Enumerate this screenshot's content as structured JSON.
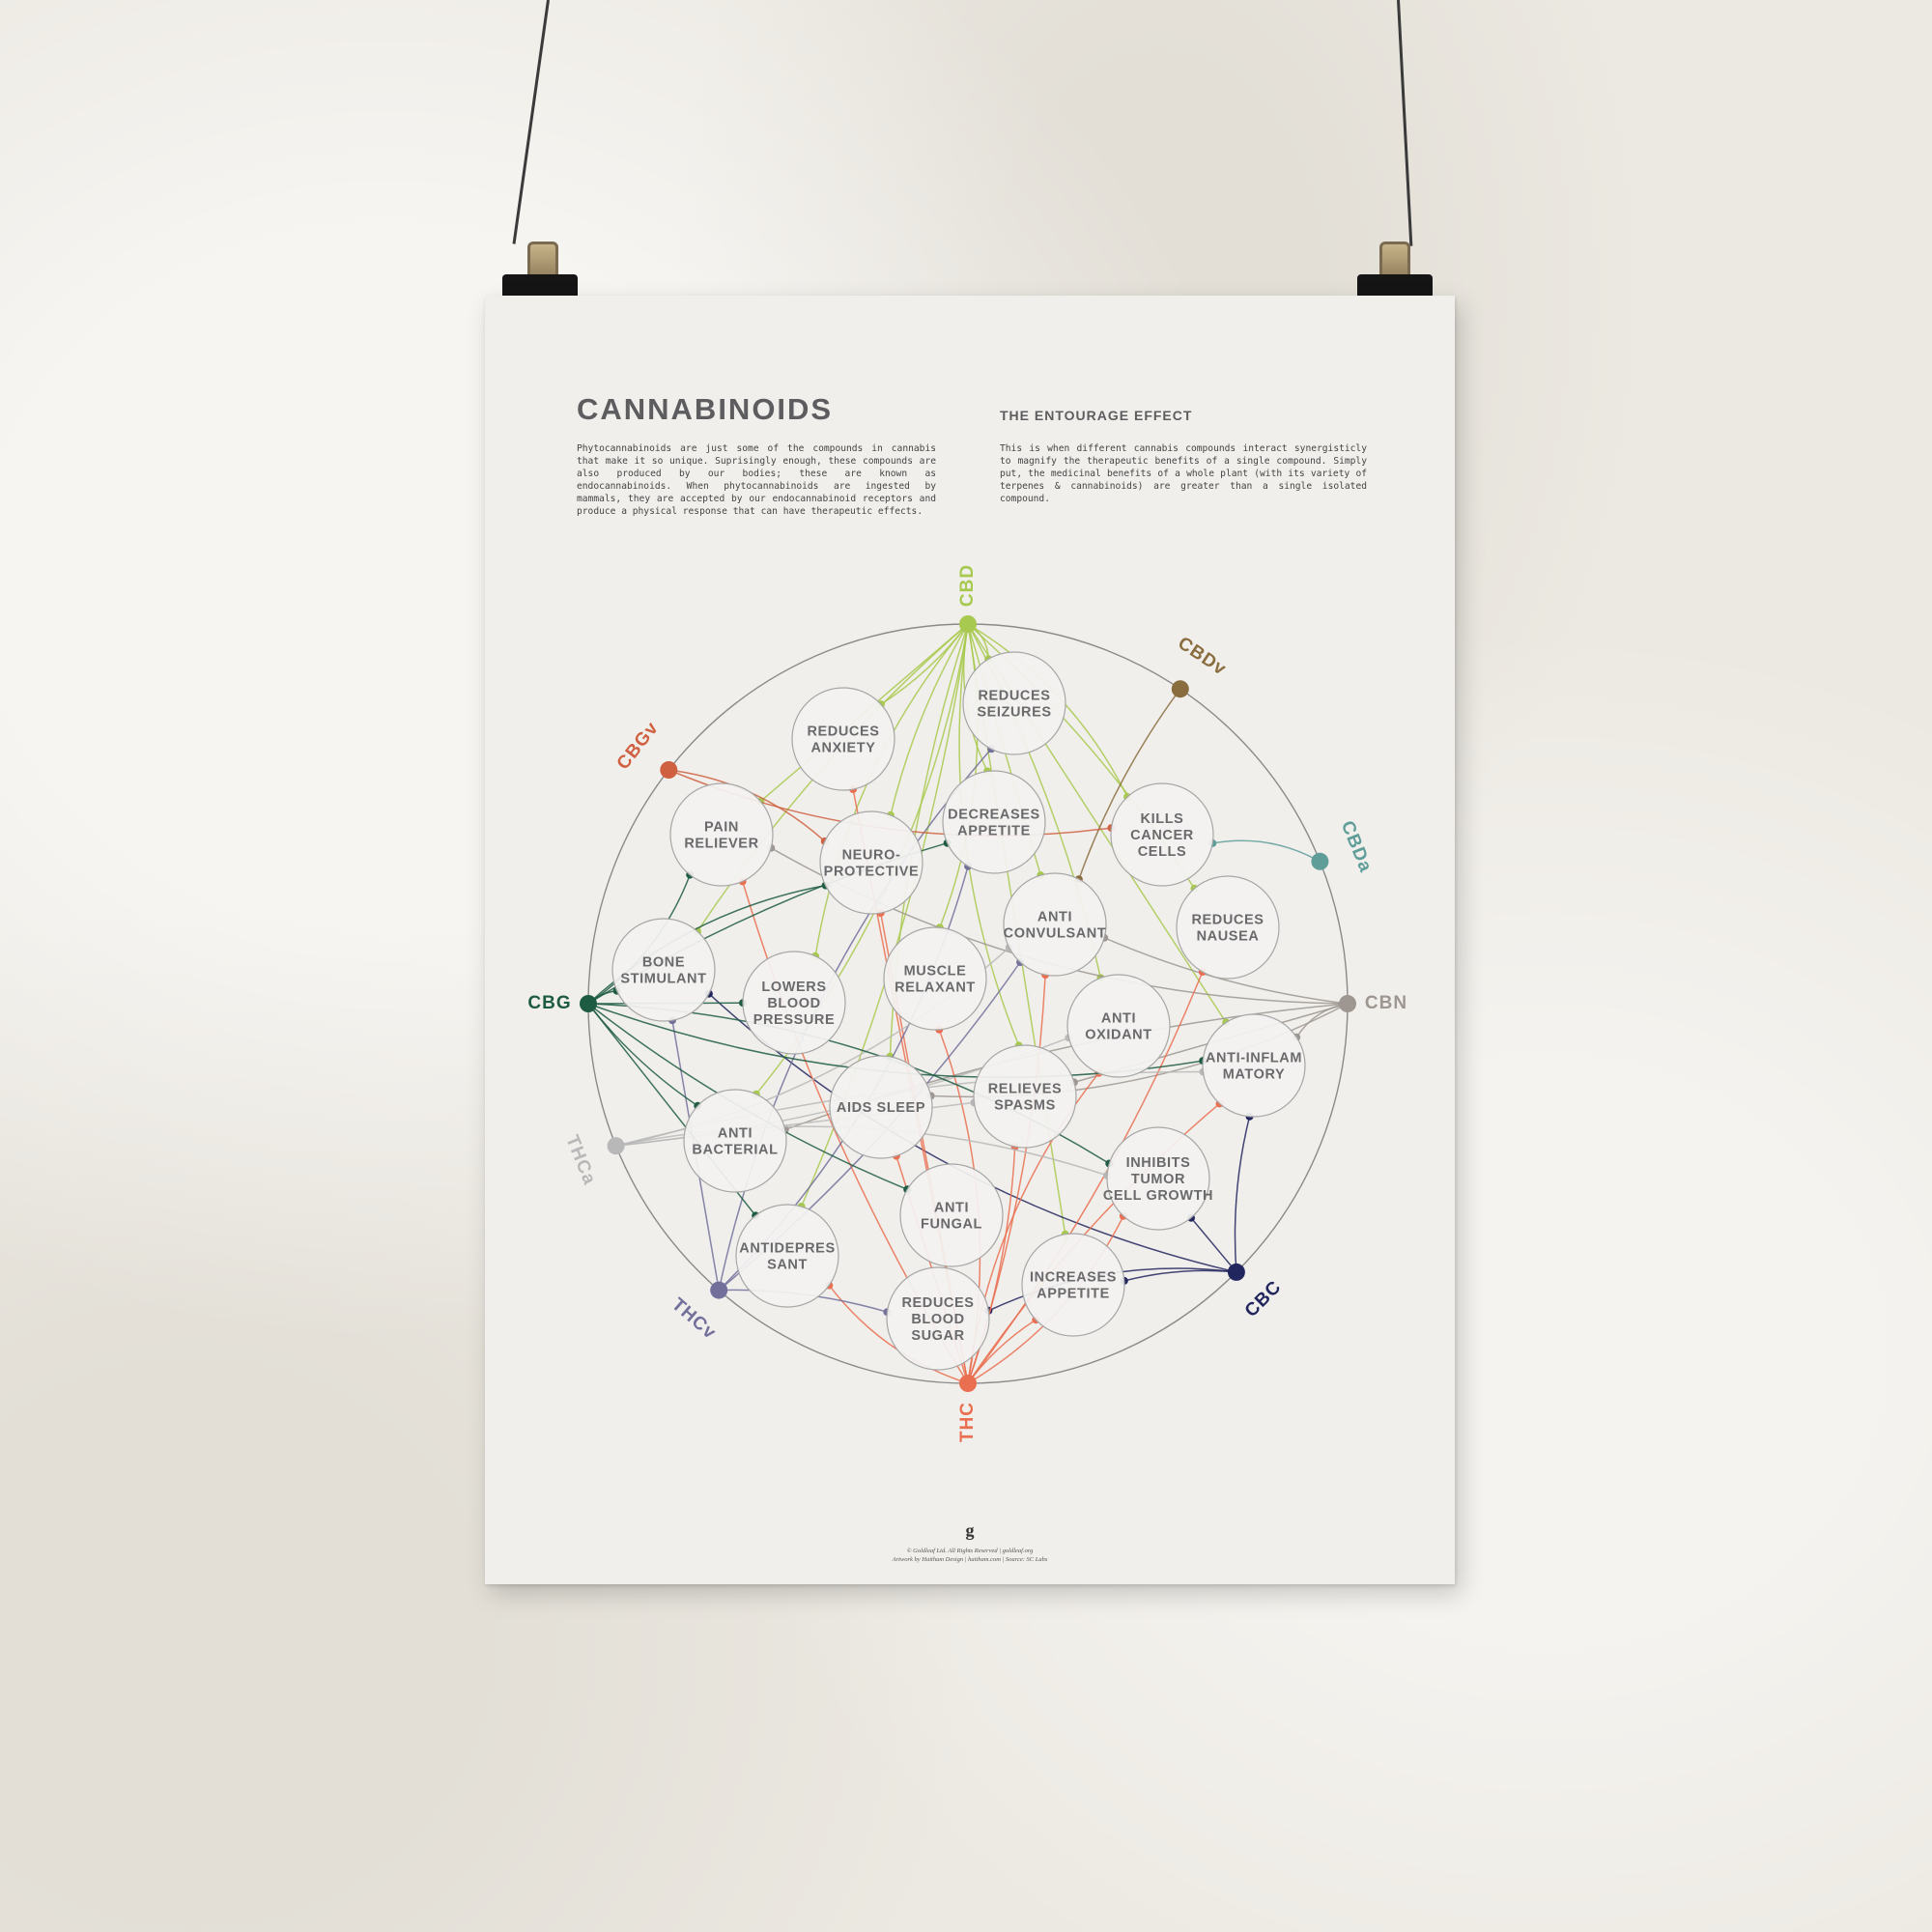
{
  "poster": {
    "title": "CANNABINOIDS",
    "subtitle": "THE ENTOURAGE EFFECT",
    "intro": "Phytocannabinoids are just some of the compounds in cannabis that make it so unique. Suprisingly enough, these compounds are also produced by our bodies; these are known as endocannabinoids. When phytocannabinoids are ingested by mammals, they are accepted by our endocannabinoid receptors and produce a physical response that can have therapeutic effects.",
    "entourage": "This is when different cannabis compounds interact synergisticly to magnify the therapeutic benefits of a single compound. Simply put, the medicinal benefits of a whole plant (with its variety of terpenes & cannabinoids) are greater than a single isolated compound.",
    "logo": "g",
    "footer_line1": "© Goldleaf Ltd. All Rights Reserved | goldleaf.org",
    "footer_line2": "Artwork by Haitham Design | haitham.com | Source: SC Labs"
  },
  "cannabinoids": [
    {
      "id": "CBD",
      "label": "CBD",
      "color": "#a8c94f"
    },
    {
      "id": "CBDv",
      "label": "CBDv",
      "color": "#8a6d3f"
    },
    {
      "id": "CBDa",
      "label": "CBDa",
      "color": "#5f9e98"
    },
    {
      "id": "CBN",
      "label": "CBN",
      "color": "#9e9690"
    },
    {
      "id": "CBC",
      "label": "CBC",
      "color": "#22265e"
    },
    {
      "id": "THC",
      "label": "THC",
      "color": "#ea6e50"
    },
    {
      "id": "THCv",
      "label": "THCv",
      "color": "#72709a"
    },
    {
      "id": "THCa",
      "label": "THCa",
      "color": "#b8b8b8"
    },
    {
      "id": "CBG",
      "label": "CBG",
      "color": "#1d5c43"
    },
    {
      "id": "CBGv",
      "label": "CBGv",
      "color": "#cf6040"
    }
  ],
  "effects": [
    {
      "id": "seizures",
      "lines": [
        "REDUCES",
        "SEIZURES"
      ]
    },
    {
      "id": "anxiety",
      "lines": [
        "REDUCES",
        "ANXIETY"
      ]
    },
    {
      "id": "pain",
      "lines": [
        "PAIN",
        "RELIEVER"
      ]
    },
    {
      "id": "neuro",
      "lines": [
        "NEURO-",
        "PROTECTIVE"
      ]
    },
    {
      "id": "appetite_dec",
      "lines": [
        "DECREASES",
        "APPETITE"
      ]
    },
    {
      "id": "cancer",
      "lines": [
        "KILLS",
        "CANCER",
        "CELLS"
      ]
    },
    {
      "id": "nausea",
      "lines": [
        "REDUCES",
        "NAUSEA"
      ]
    },
    {
      "id": "convulsant",
      "lines": [
        "ANTI",
        "CONVULSANT"
      ]
    },
    {
      "id": "bone",
      "lines": [
        "BONE",
        "STIMULANT"
      ]
    },
    {
      "id": "blood_pressure",
      "lines": [
        "LOWERS",
        "BLOOD",
        "PRESSURE"
      ]
    },
    {
      "id": "muscle",
      "lines": [
        "MUSCLE",
        "RELAXANT"
      ]
    },
    {
      "id": "oxidant",
      "lines": [
        "ANTI",
        "OXIDANT"
      ]
    },
    {
      "id": "inflam",
      "lines": [
        "ANTI-INFLAM",
        "MATORY"
      ]
    },
    {
      "id": "sleep",
      "lines": [
        "AIDS SLEEP"
      ]
    },
    {
      "id": "spasms",
      "lines": [
        "RELIEVES",
        "SPASMS"
      ]
    },
    {
      "id": "bacterial",
      "lines": [
        "ANTI",
        "BACTERIAL"
      ]
    },
    {
      "id": "tumor",
      "lines": [
        "INHIBITS",
        "TUMOR",
        "CELL GROWTH"
      ]
    },
    {
      "id": "fungal",
      "lines": [
        "ANTI",
        "FUNGAL"
      ]
    },
    {
      "id": "depres",
      "lines": [
        "ANTIDEPRES",
        "SANT"
      ]
    },
    {
      "id": "appetite_inc",
      "lines": [
        "INCREASES",
        "APPETITE"
      ]
    },
    {
      "id": "blood_sugar",
      "lines": [
        "REDUCES",
        "BLOOD",
        "SUGAR"
      ]
    }
  ],
  "links": [
    [
      "CBD",
      "seizures"
    ],
    [
      "CBD",
      "anxiety"
    ],
    [
      "CBD",
      "pain"
    ],
    [
      "CBD",
      "neuro"
    ],
    [
      "CBD",
      "appetite_dec"
    ],
    [
      "CBD",
      "cancer"
    ],
    [
      "CBD",
      "nausea"
    ],
    [
      "CBD",
      "convulsant"
    ],
    [
      "CBD",
      "bone"
    ],
    [
      "CBD",
      "blood_pressure"
    ],
    [
      "CBD",
      "muscle"
    ],
    [
      "CBD",
      "oxidant"
    ],
    [
      "CBD",
      "inflam"
    ],
    [
      "CBD",
      "sleep"
    ],
    [
      "CBD",
      "spasms"
    ],
    [
      "CBD",
      "bacterial"
    ],
    [
      "CBD",
      "depres"
    ],
    [
      "CBD",
      "appetite_inc"
    ],
    [
      "CBDv",
      "convulsant"
    ],
    [
      "CBDa",
      "cancer"
    ],
    [
      "CBN",
      "pain"
    ],
    [
      "CBN",
      "convulsant"
    ],
    [
      "CBN",
      "spasms"
    ],
    [
      "CBN",
      "bacterial"
    ],
    [
      "CBN",
      "inflam"
    ],
    [
      "CBN",
      "sleep"
    ],
    [
      "CBC",
      "inflam"
    ],
    [
      "CBC",
      "tumor"
    ],
    [
      "CBC",
      "appetite_inc"
    ],
    [
      "CBC",
      "blood_sugar"
    ],
    [
      "CBC",
      "bone"
    ],
    [
      "THC",
      "pain"
    ],
    [
      "THC",
      "neuro"
    ],
    [
      "THC",
      "convulsant"
    ],
    [
      "THC",
      "muscle"
    ],
    [
      "THC",
      "oxidant"
    ],
    [
      "THC",
      "inflam"
    ],
    [
      "THC",
      "sleep"
    ],
    [
      "THC",
      "spasms"
    ],
    [
      "THC",
      "tumor"
    ],
    [
      "THC",
      "depres"
    ],
    [
      "THC",
      "appetite_inc"
    ],
    [
      "THC",
      "anxiety"
    ],
    [
      "THC",
      "nausea"
    ],
    [
      "THCv",
      "appetite_dec"
    ],
    [
      "THCv",
      "seizures"
    ],
    [
      "THCv",
      "blood_sugar"
    ],
    [
      "THCv",
      "bone"
    ],
    [
      "THCv",
      "convulsant"
    ],
    [
      "THCa",
      "convulsant"
    ],
    [
      "THCa",
      "tumor"
    ],
    [
      "THCa",
      "inflam"
    ],
    [
      "THCa",
      "spasms"
    ],
    [
      "THCa",
      "oxidant"
    ],
    [
      "CBG",
      "pain"
    ],
    [
      "CBG",
      "neuro"
    ],
    [
      "CBG",
      "bone"
    ],
    [
      "CBG",
      "blood_pressure"
    ],
    [
      "CBG",
      "bacterial"
    ],
    [
      "CBG",
      "inflam"
    ],
    [
      "CBG",
      "tumor"
    ],
    [
      "CBG",
      "appetite_dec"
    ],
    [
      "CBG",
      "depres"
    ],
    [
      "CBG",
      "fungal"
    ],
    [
      "CBGv",
      "cancer"
    ],
    [
      "CBGv",
      "neuro"
    ]
  ]
}
